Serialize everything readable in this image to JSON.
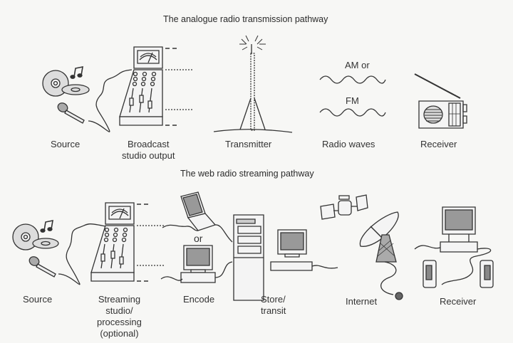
{
  "analogue": {
    "title": "The analogue radio transmission pathway",
    "stages": [
      {
        "label": "Source",
        "icon": "source-cd-mic-icon"
      },
      {
        "label": "Broadcast\nstudio output",
        "icon": "mixing-desk-icon"
      },
      {
        "label": "Transmitter",
        "icon": "transmitter-tower-icon"
      },
      {
        "label": "Radio waves",
        "icon": "radio-waves-icon"
      },
      {
        "label": "Receiver",
        "icon": "radio-receiver-icon"
      }
    ],
    "wave_labels": [
      "AM or",
      "FM"
    ]
  },
  "web": {
    "title": "The web radio streaming pathway",
    "stages": [
      {
        "label": "Source",
        "icon": "source-cd-mic-icon"
      },
      {
        "label": "Streaming\nstudio/\nprocessing\n(optional)",
        "icon": "mixing-desk-icon"
      },
      {
        "label": "Encode",
        "icon": "laptop-or-desktop-icon"
      },
      {
        "label": "Store/\ntransit",
        "icon": "server-tower-icon"
      },
      {
        "label": "Internet",
        "icon": "satellite-dish-icon"
      },
      {
        "label": "Receiver",
        "icon": "computer-speakers-icon"
      }
    ],
    "encode_or": "or"
  }
}
